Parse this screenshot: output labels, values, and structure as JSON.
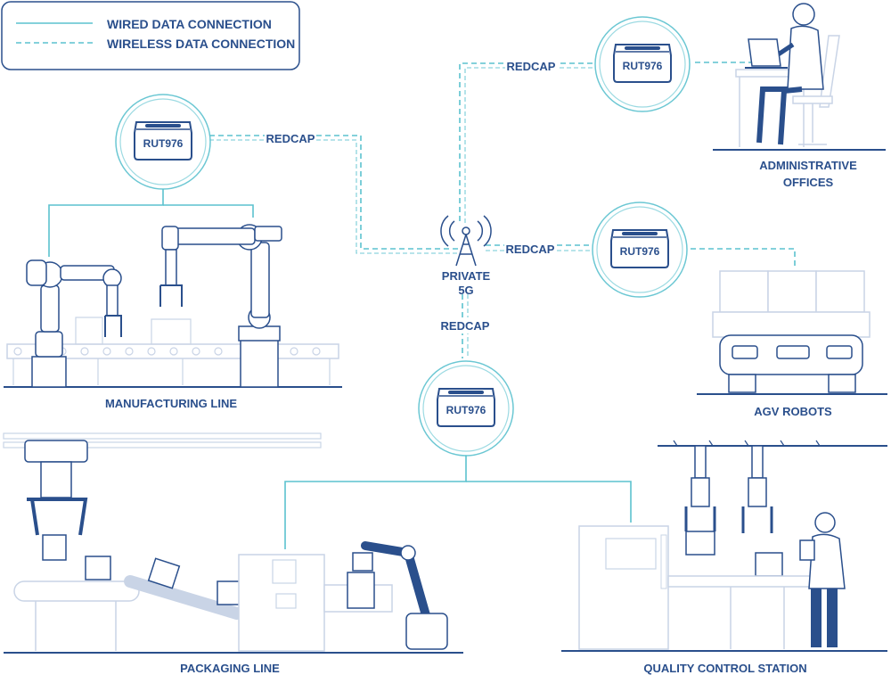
{
  "legend": {
    "wired": "WIRED DATA CONNECTION",
    "wireless": "WIRELESS DATA CONNECTION"
  },
  "tower": {
    "line1": "PRIVATE",
    "line2": "5G"
  },
  "links": {
    "manufacturing": "REDCAP",
    "office": "REDCAP",
    "agv": "REDCAP",
    "center": "REDCAP"
  },
  "devices": {
    "manufacturing": "RUT976",
    "office": "RUT976",
    "agv": "RUT976",
    "center": "RUT976"
  },
  "zones": {
    "manufacturing": "MANUFACTURING LINE",
    "office_line1": "ADMINISTRATIVE",
    "office_line2": "OFFICES",
    "agv": "AGV ROBOTS",
    "packaging": "PACKAGING LINE",
    "quality": "QUALITY CONTROL STATION"
  },
  "colors": {
    "primary": "#2a4f8c",
    "accent": "#5cc2cf",
    "light": "#c9d4e6"
  }
}
